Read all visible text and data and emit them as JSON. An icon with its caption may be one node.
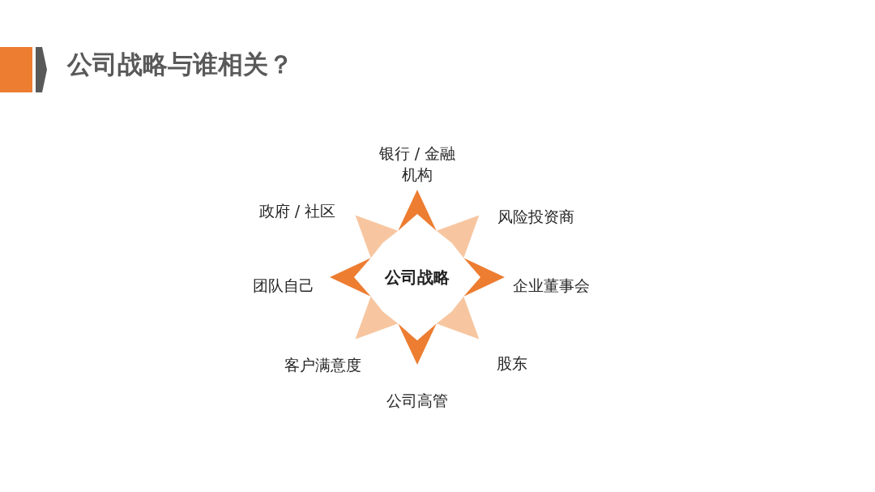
{
  "diagram": {
    "title": "公司战略与谁相关？",
    "nodes": [
      {
        "text": [
          "公司战略"
        ]
      }
    ],
    "labels": [
      "银行 / 金融机构",
      "政府 / 社区",
      "风险投资商",
      "团队自己",
      "企业董事会",
      "客户满意度",
      "股东",
      "公司高管"
    ]
  }
}
